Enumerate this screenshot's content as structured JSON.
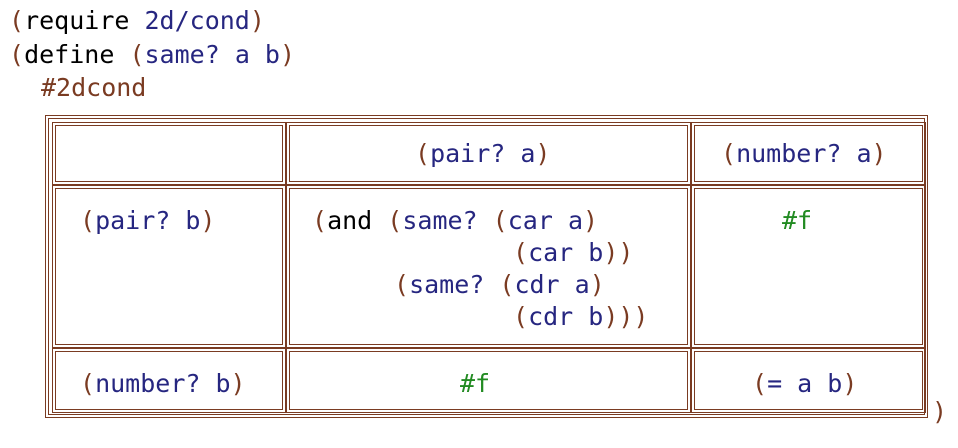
{
  "code": {
    "line1": {
      "open": "(",
      "kw": "require",
      "sp": " ",
      "mod": "2d/cond",
      "close": ")"
    },
    "line2": {
      "open": "(",
      "kw": "define",
      "sp": " ",
      "sig_open": "(",
      "sig_name": "same?",
      "sig_args": " a b",
      "sig_close": ")",
      "close": ")"
    },
    "line3": {
      "reader": "#2dcond"
    }
  },
  "table": {
    "header": {
      "col2": {
        "open": "(",
        "text": "pair? a",
        "close": ")"
      },
      "col3": {
        "open": "(",
        "text": "number? a",
        "close": ")"
      }
    },
    "row1": {
      "label": {
        "open": "(",
        "text": "pair? b",
        "close": ")"
      },
      "body": {
        "l1_open": "(",
        "l1_kw": "and",
        "l1_sp": " ",
        "l1_open2": "(",
        "l1_fn": "same?",
        "l1_sp2": " ",
        "l1_open3": "(",
        "l1_expr": "car a",
        "l1_close": ")",
        "l2_open": "(",
        "l2_expr": "car b",
        "l2_close": "))",
        "l3_open": "(",
        "l3_fn": "same?",
        "l3_sp": " ",
        "l3_open2": "(",
        "l3_expr": "cdr a",
        "l3_close": ")",
        "l4_open": "(",
        "l4_expr": "cdr b",
        "l4_close": ")))"
      },
      "col3": "#f"
    },
    "row2": {
      "label": {
        "open": "(",
        "text": "number? b",
        "close": ")"
      },
      "col2": "#f",
      "col3": {
        "open": "(",
        "text": "= a b",
        "close": ")"
      }
    }
  },
  "closing_paren": ")"
}
